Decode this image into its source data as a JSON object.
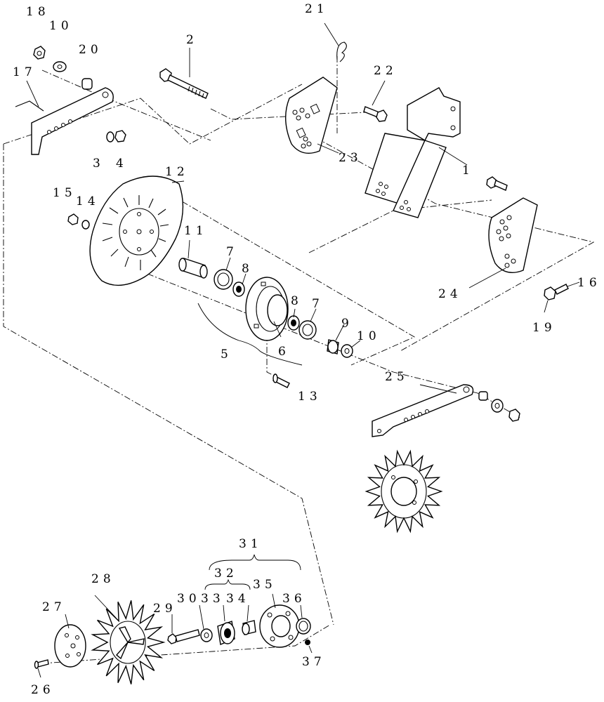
{
  "diagram": {
    "callouts": [
      {
        "id": "c1",
        "text": "1"
      },
      {
        "id": "c2",
        "text": "2"
      },
      {
        "id": "c3",
        "text": "3"
      },
      {
        "id": "c4",
        "text": "4"
      },
      {
        "id": "c5",
        "text": "5"
      },
      {
        "id": "c6",
        "text": "6"
      },
      {
        "id": "c7a",
        "text": "7"
      },
      {
        "id": "c7b",
        "text": "7"
      },
      {
        "id": "c8a",
        "text": "8"
      },
      {
        "id": "c8b",
        "text": "8"
      },
      {
        "id": "c9",
        "text": "9"
      },
      {
        "id": "c10a",
        "text": "10"
      },
      {
        "id": "c10b",
        "text": "10"
      },
      {
        "id": "c11",
        "text": "11"
      },
      {
        "id": "c12",
        "text": "12"
      },
      {
        "id": "c13",
        "text": "13"
      },
      {
        "id": "c14",
        "text": "14"
      },
      {
        "id": "c15",
        "text": "15"
      },
      {
        "id": "c16",
        "text": "16"
      },
      {
        "id": "c17",
        "text": "17"
      },
      {
        "id": "c18",
        "text": "18"
      },
      {
        "id": "c19",
        "text": "19"
      },
      {
        "id": "c20",
        "text": "20"
      },
      {
        "id": "c21",
        "text": "21"
      },
      {
        "id": "c22",
        "text": "22"
      },
      {
        "id": "c23",
        "text": "23"
      },
      {
        "id": "c24",
        "text": "24"
      },
      {
        "id": "c25",
        "text": "25"
      },
      {
        "id": "c26",
        "text": "26"
      },
      {
        "id": "c27",
        "text": "27"
      },
      {
        "id": "c28",
        "text": "28"
      },
      {
        "id": "c29",
        "text": "29"
      },
      {
        "id": "c30",
        "text": "30"
      },
      {
        "id": "c31",
        "text": "31"
      },
      {
        "id": "c32",
        "text": "32"
      },
      {
        "id": "c33",
        "text": "33"
      },
      {
        "id": "c34",
        "text": "34"
      },
      {
        "id": "c35",
        "text": "35"
      },
      {
        "id": "c36",
        "text": "36"
      },
      {
        "id": "c37",
        "text": "37"
      }
    ]
  }
}
